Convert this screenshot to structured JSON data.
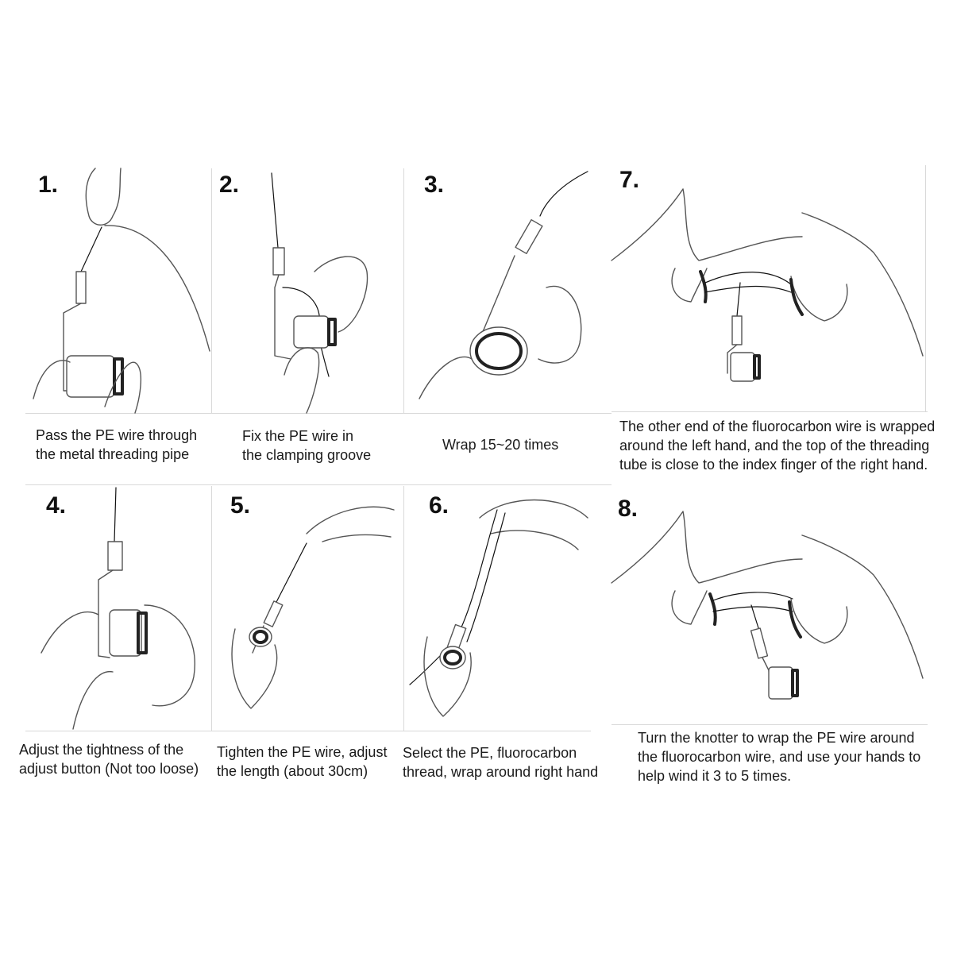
{
  "steps": [
    {
      "number": "1.",
      "caption_lines": [
        "Pass the PE wire through",
        "the metal threading pipe"
      ]
    },
    {
      "number": "2.",
      "caption_lines": [
        "Fix the PE wire in",
        "the clamping groove"
      ]
    },
    {
      "number": "3.",
      "caption_lines": [
        "Wrap 15~20 times"
      ]
    },
    {
      "number": "4.",
      "caption_lines": [
        "Adjust the tightness of the",
        "adjust button (Not too loose)"
      ]
    },
    {
      "number": "5.",
      "caption_lines": [
        "Tighten the PE wire, adjust",
        "the length (about 30cm)"
      ]
    },
    {
      "number": "6.",
      "caption_lines": [
        "Select the PE, fluorocarbon",
        "thread, wrap around right hand"
      ]
    },
    {
      "number": "7.",
      "caption_lines": [
        "The other end of the fluorocarbon wire is wrapped",
        "around the left hand, and the top of the threading",
        "tube is close to the index finger of the right hand."
      ]
    },
    {
      "number": "8.",
      "caption_lines": [
        "Turn the knotter to wrap the PE wire around",
        "the fluorocarbon wire, and use your hands to",
        "help wind it 3 to 5 times."
      ]
    }
  ]
}
